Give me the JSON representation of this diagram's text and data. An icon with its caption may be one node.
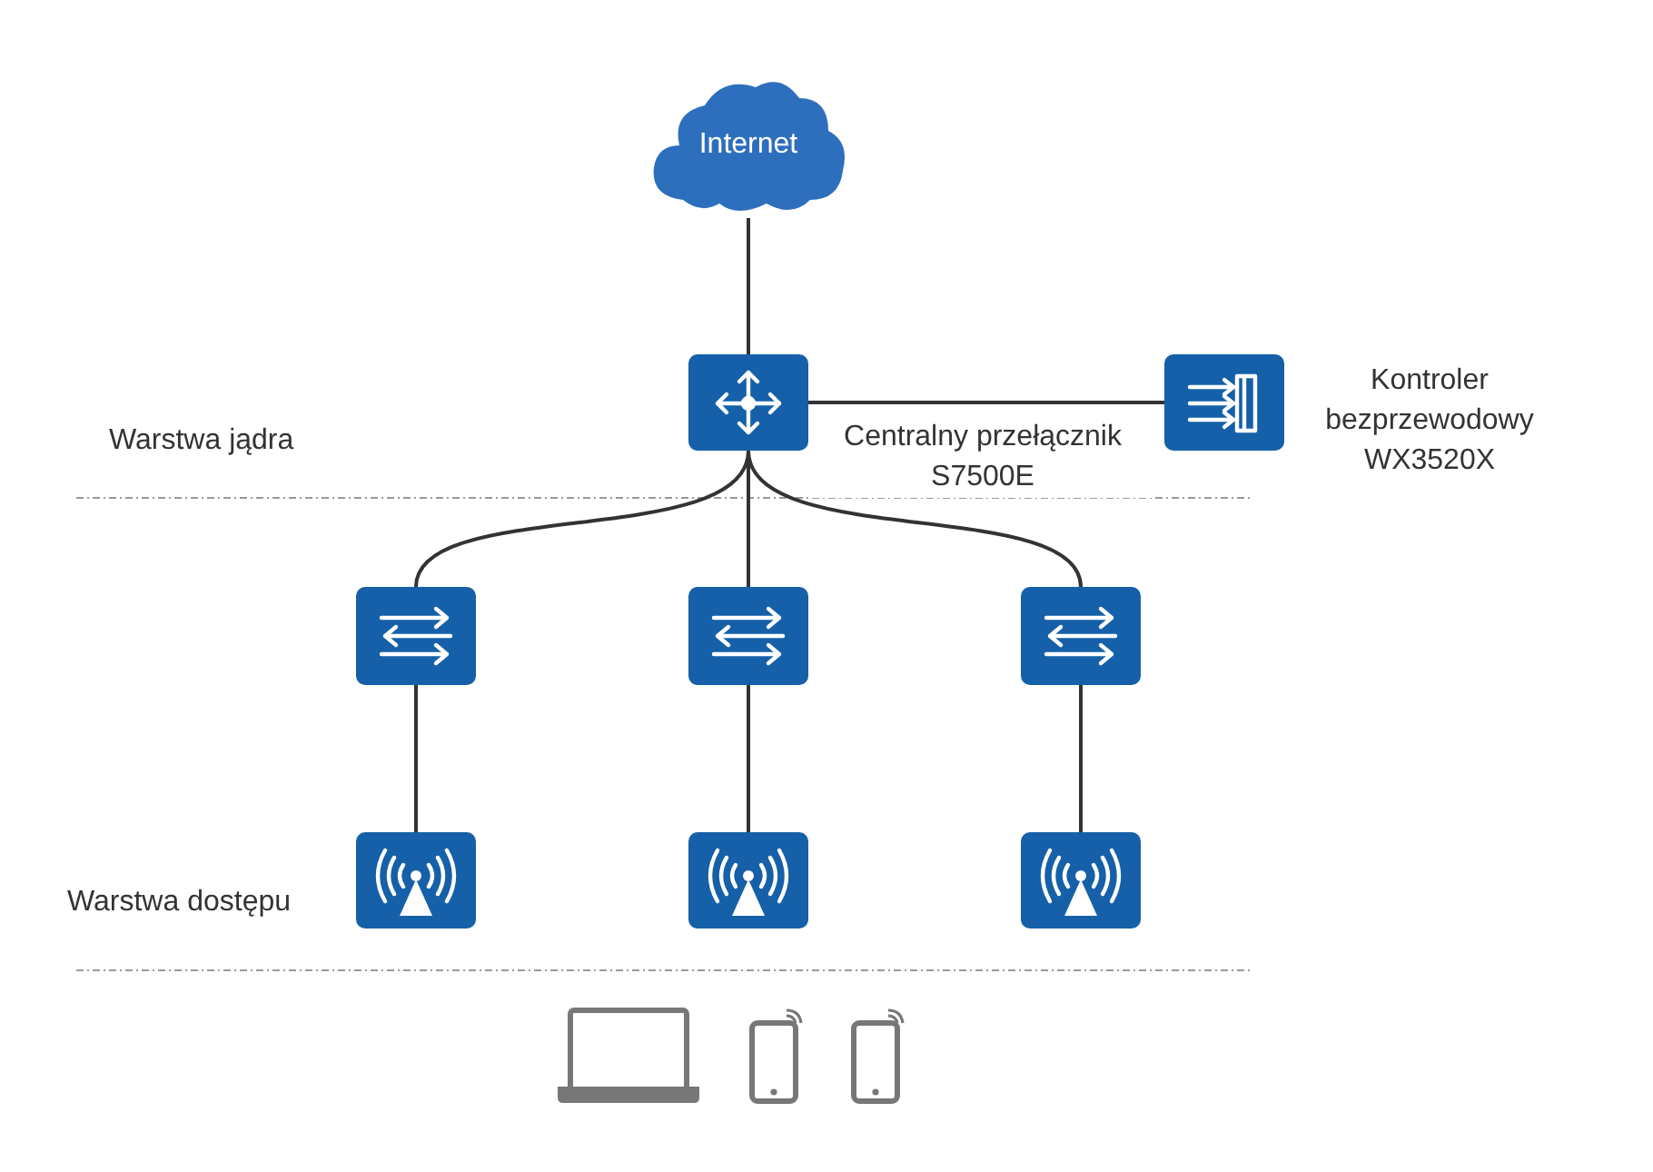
{
  "diagram": {
    "nodes": [
      {
        "text": [
          "Internet"
        ]
      },
      {
        "text": [],
        "shape": "picture",
        "beside": [
          "Centralny przełącznik S7500E"
        ]
      },
      {
        "text": [],
        "shape": "picture",
        "beside": [
          "Kontroler bezprzewodowy WX3520X"
        ]
      },
      {
        "text": [],
        "shape": "picture"
      },
      {
        "text": [],
        "shape": "picture"
      },
      {
        "text": [],
        "shape": "picture"
      },
      {
        "text": [],
        "shape": "picture"
      },
      {
        "text": [],
        "shape": "picture"
      },
      {
        "text": [],
        "shape": "picture"
      }
    ],
    "edges": [
      {
        "from": 0,
        "to": 1,
        "arrow": "none"
      },
      {
        "from": 1,
        "to": 2,
        "arrow": "none"
      },
      {
        "from": 1,
        "to": 3,
        "arrow": "none"
      },
      {
        "from": 1,
        "to": 4,
        "arrow": "none"
      },
      {
        "from": 1,
        "to": 5,
        "arrow": "none"
      },
      {
        "from": 3,
        "to": 6,
        "arrow": "none"
      },
      {
        "from": 4,
        "to": 7,
        "arrow": "none"
      },
      {
        "from": 5,
        "to": 8,
        "arrow": "none"
      }
    ],
    "labels": [
      "Warstwa jądra",
      "Warstwa dostępu"
    ]
  }
}
